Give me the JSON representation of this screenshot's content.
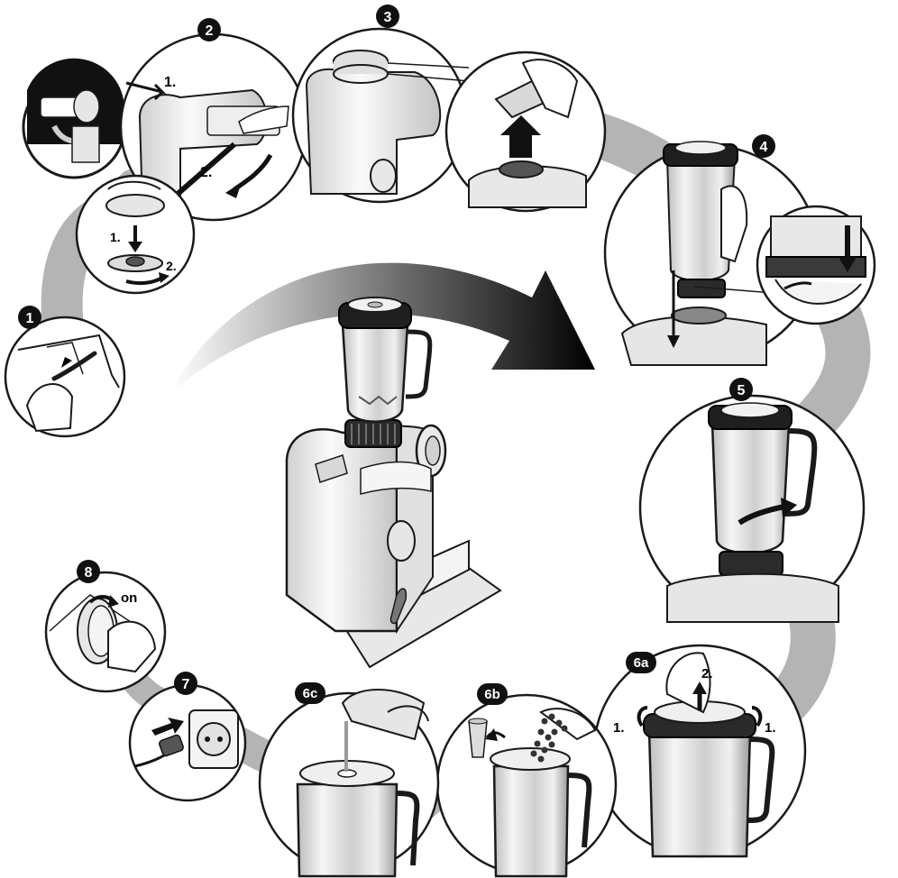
{
  "steps": {
    "s1": {
      "badge": "1"
    },
    "s2": {
      "badge": "2",
      "label_1": "1.",
      "label_2": "2.",
      "sub_label_1": "1.",
      "sub_label_2": "2."
    },
    "s3": {
      "badge": "3"
    },
    "s4": {
      "badge": "4"
    },
    "s5": {
      "badge": "5"
    },
    "s6a": {
      "badge": "6a",
      "label_left": "1.",
      "label_right": "1.",
      "label_top": "2."
    },
    "s6b": {
      "badge": "6b"
    },
    "s6c": {
      "badge": "6c"
    },
    "s7": {
      "badge": "7"
    },
    "s8": {
      "badge": "8",
      "on_label": "on"
    }
  },
  "colors": {
    "path": "#b4b4b4",
    "outline": "#1a1a1a",
    "badge": "#111111",
    "glass": "#eaeaea",
    "body": "#f2f2f2",
    "shade": "#c8c8c8"
  },
  "icons": [
    "power-cord-icon",
    "wall-socket-icon",
    "on-switch-icon",
    "blender-jug-icon",
    "lid-icon",
    "arrow-icon"
  ]
}
